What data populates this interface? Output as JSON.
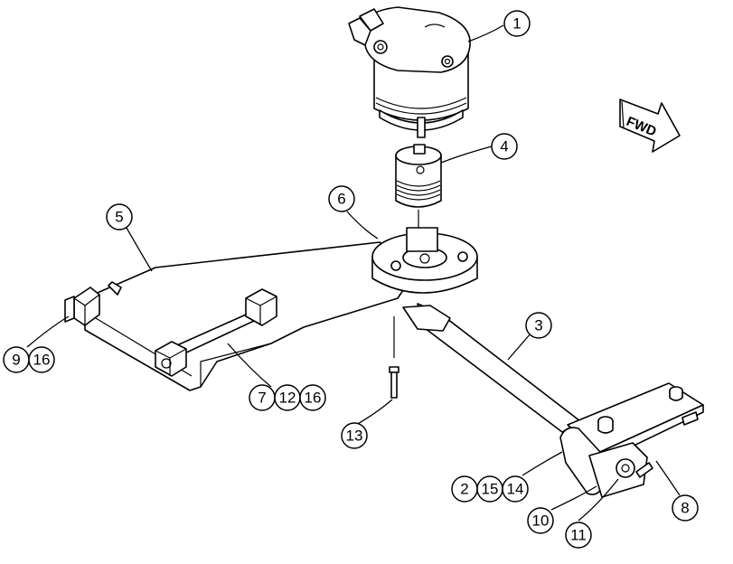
{
  "fwd_label": "FWD",
  "callouts": {
    "c1": "1",
    "c2": "2",
    "c3": "3",
    "c4": "4",
    "c5": "5",
    "c6": "6",
    "c7": "7",
    "c8": "8",
    "c9": "9",
    "c10": "10",
    "c11": "11",
    "c12": "12",
    "c13": "13",
    "c14": "14",
    "c15": "15",
    "c16a": "16",
    "c16b": "16"
  }
}
